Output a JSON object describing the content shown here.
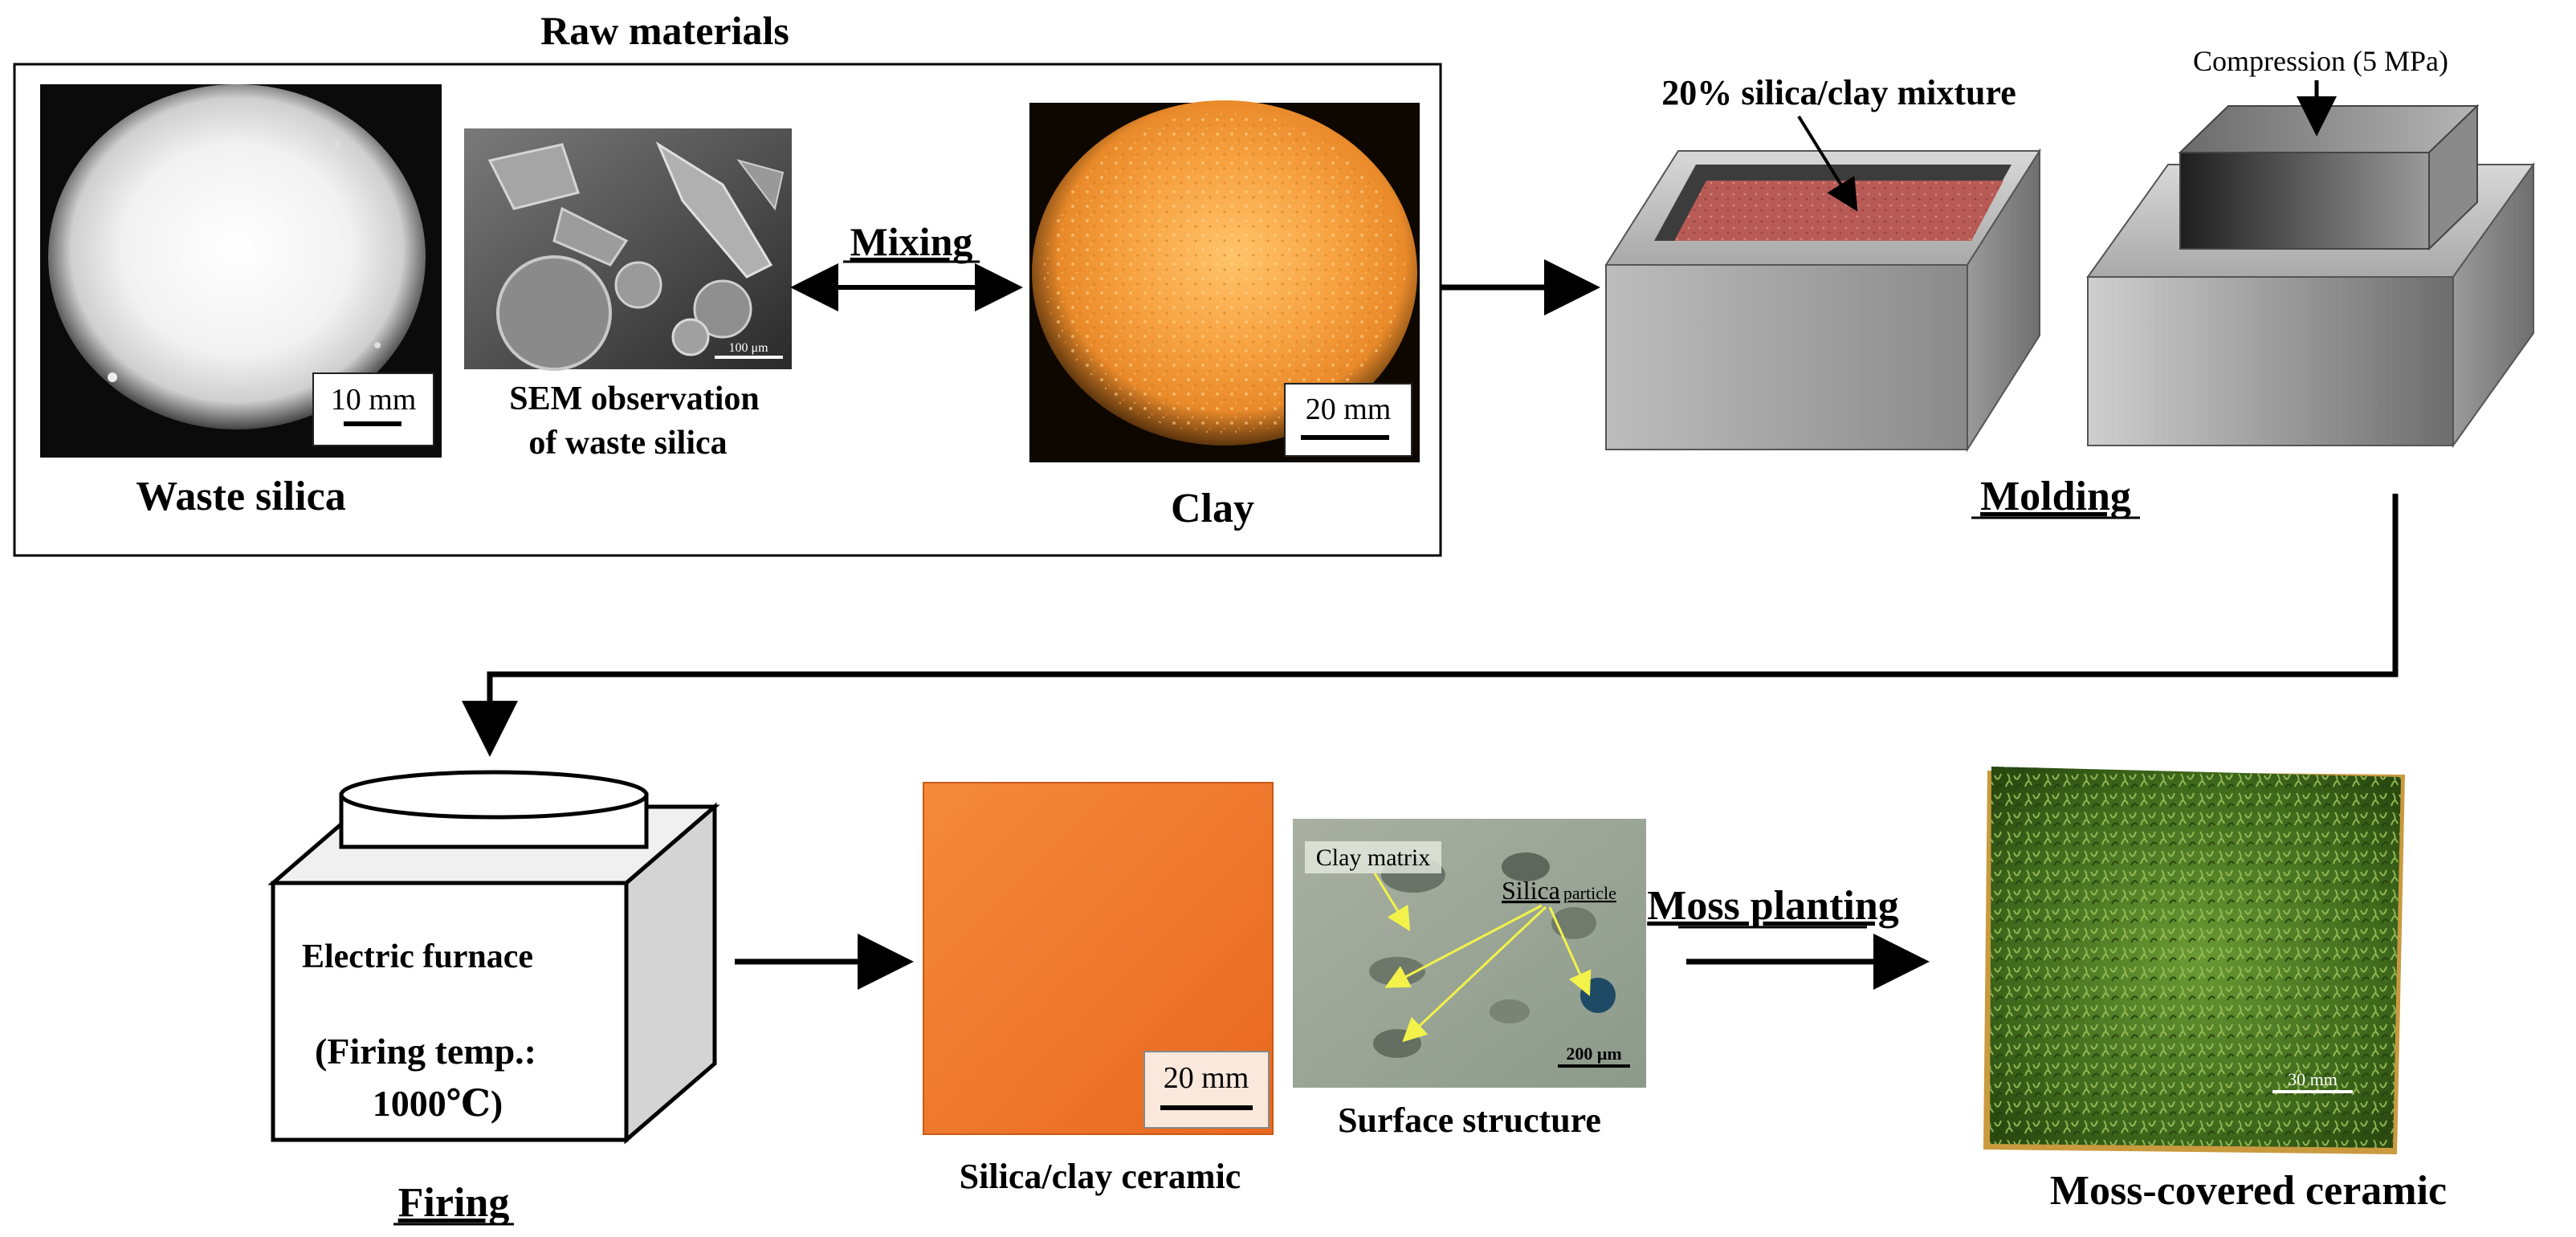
{
  "raw_materials": {
    "title": "Raw materials",
    "waste_silica_label": "Waste silica",
    "waste_silica_scale": "10 mm",
    "sem_label_line1": "SEM  observation",
    "sem_label_line2": "of waste silica",
    "sem_scale": "100 μm",
    "mixing_label": "Mixing",
    "clay_label": "Clay",
    "clay_scale": "20 mm"
  },
  "molding": {
    "mixture_label": "20% silica/clay mixture",
    "compression_label": "Compression  (5 MPa)",
    "title": "Molding"
  },
  "firing": {
    "furnace_line1": "Electric furnace",
    "furnace_line2": "(Firing temp.:",
    "furnace_line3": "1000℃)",
    "title": "Firing"
  },
  "ceramic": {
    "label": "Silica/clay ceramic",
    "scale": "20 mm",
    "surface_label": "Surface structure",
    "clay_matrix": "Clay matrix",
    "silica_particle_main": "Silica",
    "silica_particle_sub": "particle",
    "surface_scale": "200 μm"
  },
  "moss": {
    "planting_label": "Moss planting",
    "result_label": "Moss-covered ceramic",
    "scale": "30 mm"
  },
  "colors": {
    "clay_orange": "#f39a3c",
    "ceramic_orange": "#f07a2e",
    "moss_green": "#4c7a22",
    "mixture_red": "#b85a55",
    "photo_dark": "#111111"
  }
}
